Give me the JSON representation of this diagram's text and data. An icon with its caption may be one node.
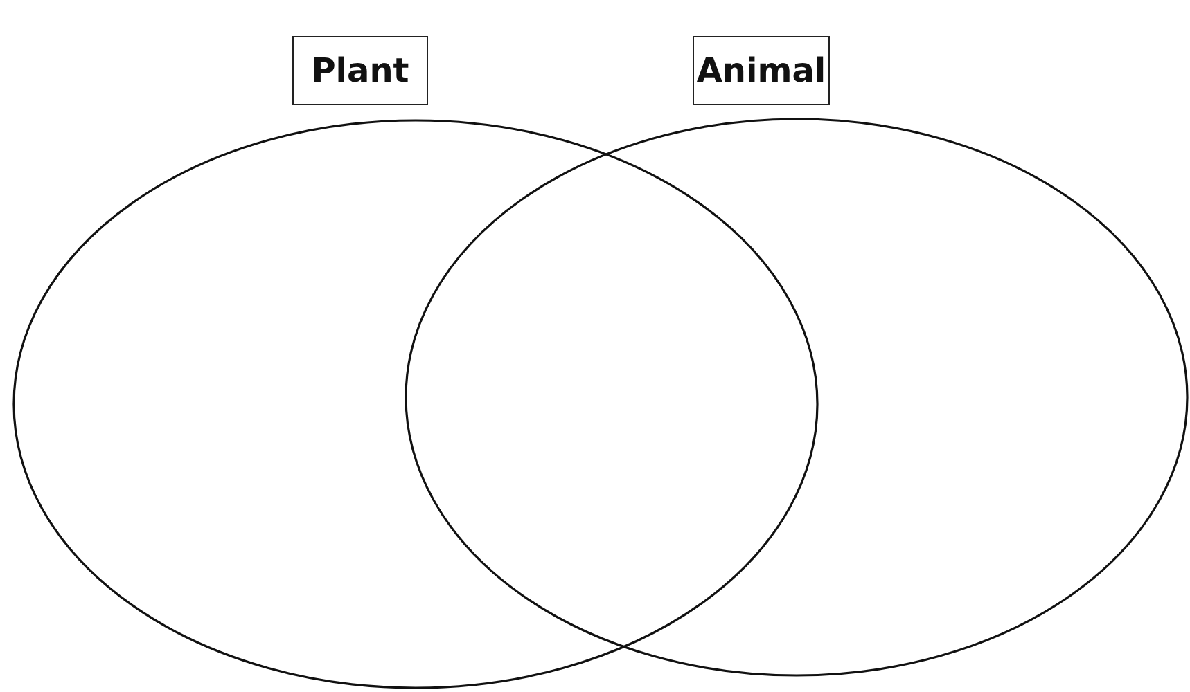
{
  "diagram": {
    "nodes": [
      {
        "text": [
          "Plant"
        ]
      },
      {
        "text": [
          "Animal"
        ]
      },
      {
        "text": [],
        "shape": "circle"
      },
      {
        "text": [],
        "shape": "circle"
      }
    ]
  }
}
